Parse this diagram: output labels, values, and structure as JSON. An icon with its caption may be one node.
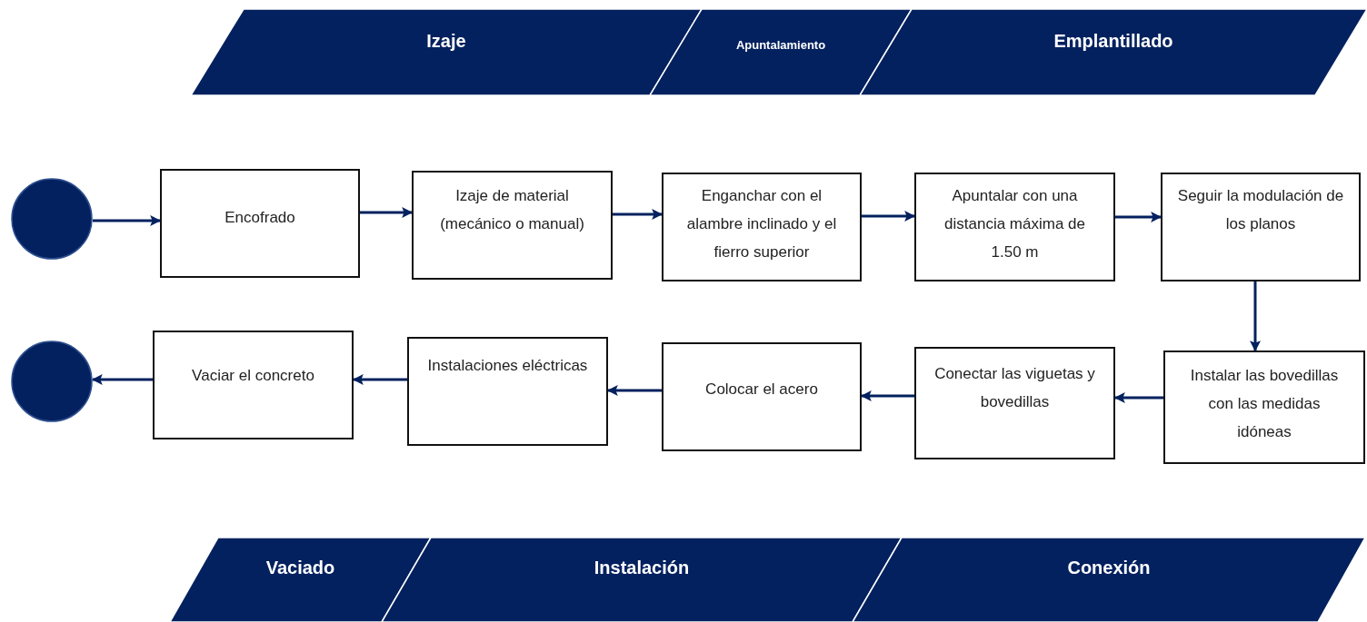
{
  "diagram": {
    "nodes": [
      {
        "text": [
          "Izaje"
        ]
      },
      {
        "text": [
          "Apuntalamiento"
        ]
      },
      {
        "text": [
          "Emplantillado"
        ]
      },
      {
        "text": [],
        "shape": "circle"
      },
      {
        "text": [
          "Encofrado"
        ]
      },
      {
        "text": [
          "Izaje de material (mecánico o manual)"
        ]
      },
      {
        "text": [
          "Enganchar con el alambre inclinado y el fierro superior"
        ]
      },
      {
        "text": [
          "Apuntalar con una distancia máxima de 1.50 m"
        ]
      },
      {
        "text": [
          "Seguir la modulación de los planos"
        ]
      },
      {
        "text": [],
        "shape": "circle"
      },
      {
        "text": [
          "Vaciar el concreto"
        ]
      },
      {
        "text": [
          "Instalaciones eléctricas"
        ]
      },
      {
        "text": [
          "Colocar el acero"
        ]
      },
      {
        "text": [
          "Conectar las viguetas y bovedillas"
        ]
      },
      {
        "text": [
          "Instalar las bovedillas con las medidas idóneas"
        ]
      },
      {
        "text": [
          "Vaciado"
        ]
      },
      {
        "text": [
          "Instalación"
        ]
      },
      {
        "text": [
          "Conexión"
        ]
      }
    ],
    "edges": [
      {
        "from": 3,
        "to": 4,
        "arrow": "to"
      },
      {
        "from": 4,
        "to": 5,
        "arrow": "to"
      },
      {
        "from": 5,
        "to": 6,
        "arrow": "to"
      },
      {
        "from": 6,
        "to": 7,
        "arrow": "to"
      },
      {
        "from": 7,
        "to": 8,
        "arrow": "to"
      },
      {
        "from": 8,
        "to": 14,
        "arrow": "to"
      },
      {
        "from": 14,
        "to": 13,
        "arrow": "to"
      },
      {
        "from": 13,
        "to": 12,
        "arrow": "to"
      },
      {
        "from": 12,
        "to": 11,
        "arrow": "to"
      },
      {
        "from": 11,
        "to": 10,
        "arrow": "to"
      },
      {
        "from": 10,
        "to": 9,
        "arrow": "to"
      }
    ]
  }
}
